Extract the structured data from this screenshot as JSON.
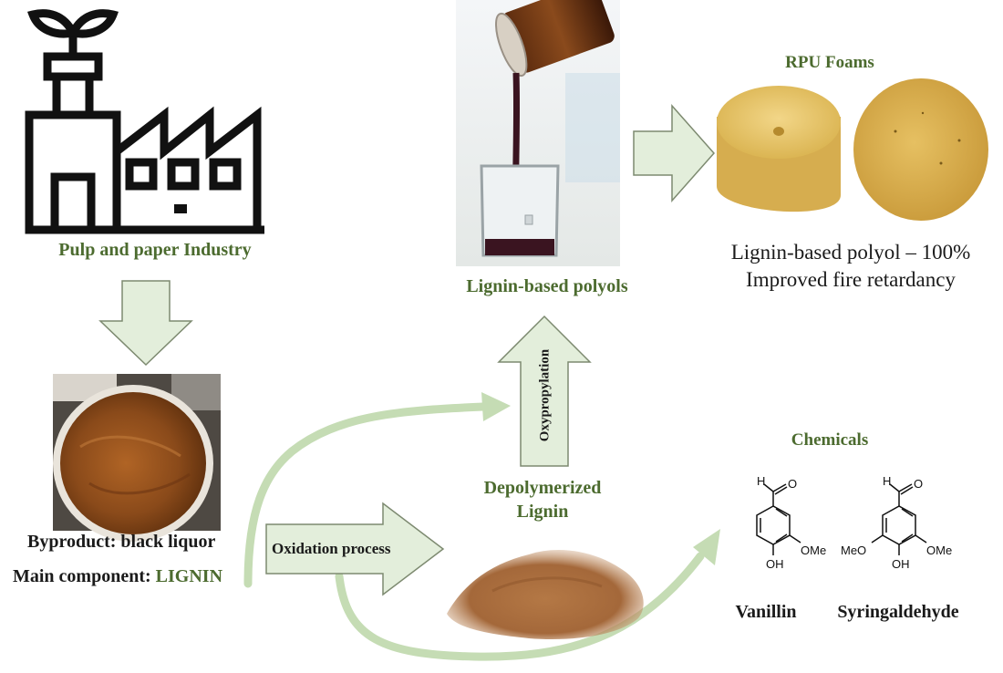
{
  "factory": {
    "label": "Pulp and paper Industry"
  },
  "byproduct": {
    "line1": "Byproduct: black liquor",
    "line2_prefix": "Main component: ",
    "line2_highlight": "LIGNIN"
  },
  "oxidation": {
    "label": "Oxidation process"
  },
  "depolymerized": {
    "line1": "Depolymerized",
    "line2": "Lignin"
  },
  "oxypropylation": {
    "label": "Oxypropylation"
  },
  "polyols": {
    "label": "Lignin-based polyols"
  },
  "rpu": {
    "title": "RPU Foams",
    "line1": "Lignin-based polyol – 100%",
    "line2": "Improved fire retardancy"
  },
  "chemicals": {
    "title": "Chemicals",
    "vanillin": {
      "name": "Vanillin",
      "aldehyde_h": "H",
      "aldehyde_o": "O",
      "ome": "OMe",
      "oh": "OH"
    },
    "syringaldehyde": {
      "name": "Syringaldehyde",
      "aldehyde_h": "H",
      "aldehyde_o": "O",
      "ome_left": "MeO",
      "ome_right": "OMe",
      "oh": "OH"
    }
  },
  "colors": {
    "arrow_fill": "#e3eedb",
    "arrow_stroke": "#7d8a70",
    "curve": "#c5dcb4",
    "green_text": "#4c6b2f",
    "liquor": "#8a4a1a",
    "powder": "#a4683a",
    "foam": "#e8c66a",
    "polyol": "#3a1420"
  }
}
